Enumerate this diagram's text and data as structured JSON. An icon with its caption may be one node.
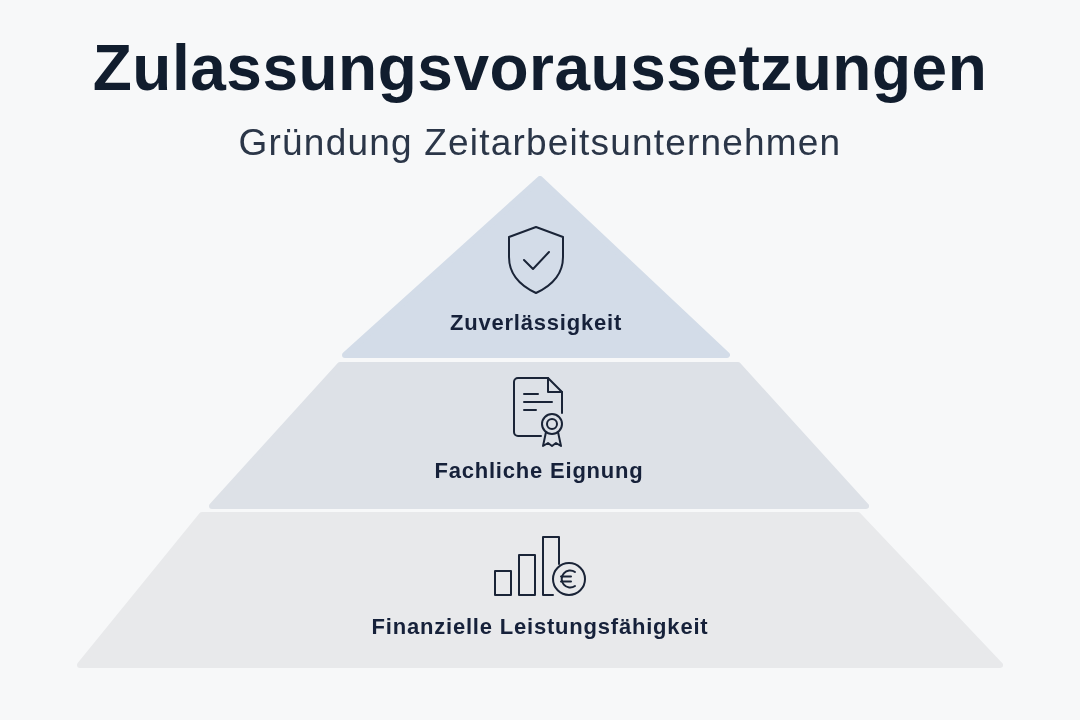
{
  "diagram": {
    "title": "Zulassungsvoraussetzungen",
    "nodes": [
      {
        "text": [
          "Zuverlässigkeit"
        ]
      },
      {
        "text": [
          "Fachliche Eignung"
        ]
      },
      {
        "text": [
          "Finanzielle Leistungsfähigkeit"
        ]
      }
    ],
    "labels": [
      "Gründung Zeitarbeitsunternehmen"
    ]
  }
}
